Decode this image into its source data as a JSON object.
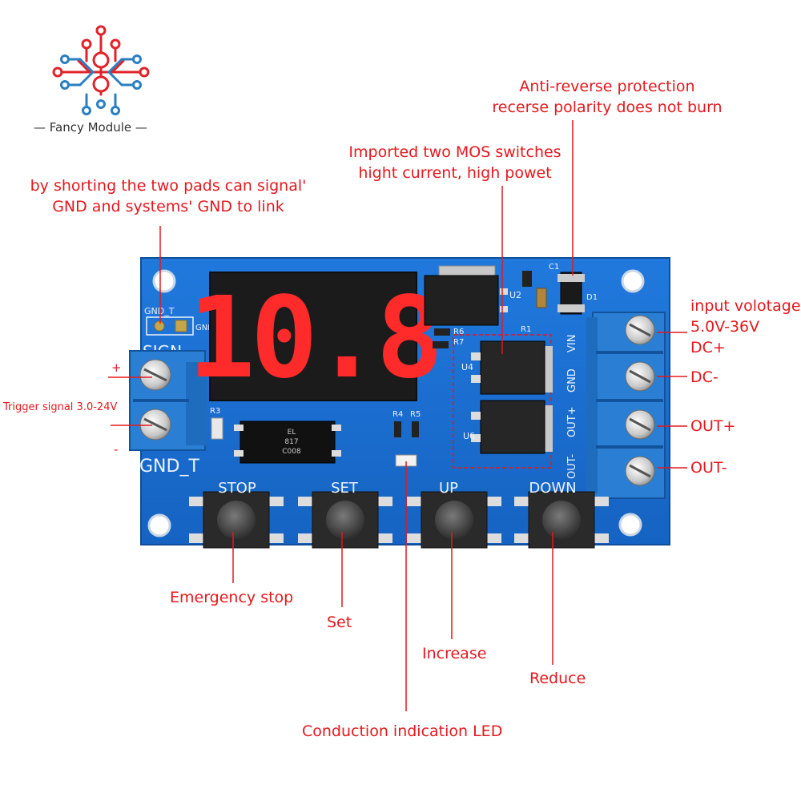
{
  "logo": {
    "text": "— Fancy Module —",
    "icon": "circuit-flower-icon",
    "colors": {
      "red": "#e0232a",
      "blue": "#2b7fc0"
    }
  },
  "display": {
    "value": "10.8"
  },
  "board": {
    "buttons": [
      "STOP",
      "SET",
      "UP",
      "DOWN"
    ],
    "terminals": [
      "VIN",
      "GND",
      "OUT+",
      "OUT-"
    ],
    "silkscreen": {
      "gnd_t_top": "GND_T",
      "gnd_top_right": "GND",
      "sign": "SIGN",
      "gnd_t_bottom": "GND_T",
      "optocoupler": [
        "EL",
        "817",
        "C008"
      ],
      "u2": "U2",
      "u4": "U4",
      "u6": "U6",
      "r1": "R1",
      "r3": "R3",
      "r4": "R4",
      "r5": "R5",
      "r6": "R6",
      "r7": "R7",
      "c1": "C1",
      "d1": "D1"
    }
  },
  "callouts": {
    "anti_reverse": [
      "Anti-reverse protection",
      "recerse polarity does not burn"
    ],
    "mos": [
      "Imported two MOS switches",
      "hight current, high powet"
    ],
    "shorting": [
      "by shorting the two pads can signal'",
      "GND and systems' GND to link"
    ],
    "input_voltage": [
      "input volotage",
      "5.0V-36V",
      "DC+"
    ],
    "dc_minus": "DC-",
    "out_plus": "OUT+",
    "out_minus": "OUT-",
    "trigger": "Trigger signal 3.0-24V",
    "plus": "+",
    "minus": "-",
    "emergency_stop": "Emergency stop",
    "set": "Set",
    "increase": "Increase",
    "reduce": "Reduce",
    "led": "Conduction indication LED"
  },
  "colors": {
    "accent": "#e5181d",
    "pcb": "#1a6fcf",
    "terminal": "#2a7fd4"
  }
}
